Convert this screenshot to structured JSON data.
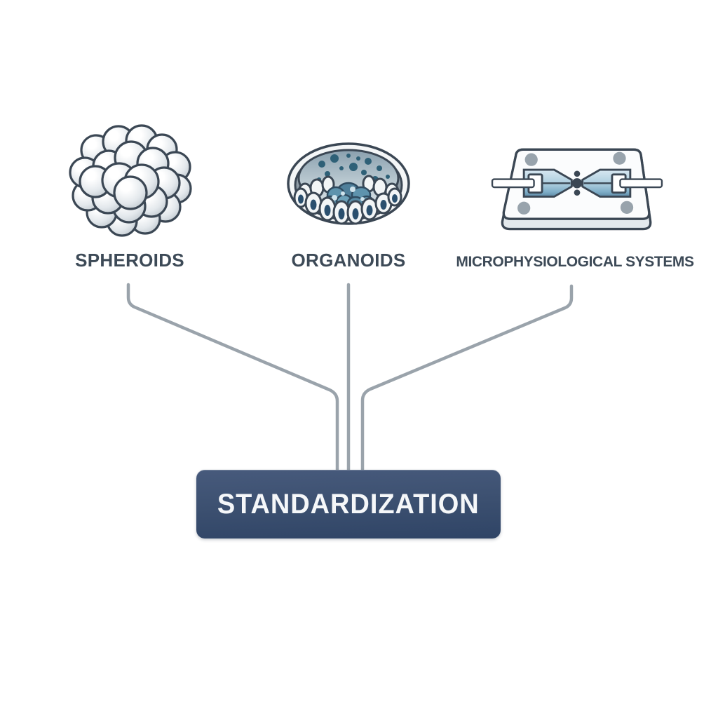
{
  "diagram": {
    "items": [
      {
        "label": "SPHEROIDS",
        "icon": "spheroid-cell-cluster-icon"
      },
      {
        "label": "ORGANOIDS",
        "icon": "organoid-culture-dish-icon"
      },
      {
        "label": "MICROPHYSIOLOGICAL SYSTEMS",
        "icon": "microfluidic-chip-icon"
      }
    ],
    "target": {
      "label": "STANDARDIZATION"
    },
    "colors": {
      "background": "#ffffff",
      "label_text": "#3d4a57",
      "connector_line": "#9aa3ab",
      "outline": "#3b4754",
      "box_gradient_top": "#475a7c",
      "box_gradient_bottom": "#2f4466",
      "box_text": "#f5f7f9",
      "sphere_gray": "#c2cad1",
      "channel_blue": "#a9cbdd",
      "cell_teal": "#5e93ad",
      "nucleus_navy": "#2a4f6e",
      "screw_gray": "#98a3ac",
      "dish_wall_gray": "#7e8c99"
    }
  }
}
